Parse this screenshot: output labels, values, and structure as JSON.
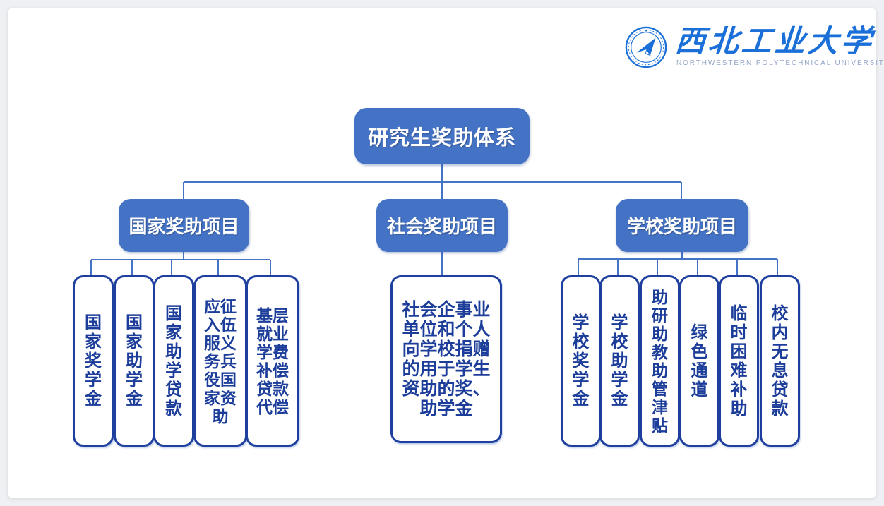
{
  "logo": {
    "name_zh": "西北工业大学",
    "name_en": "NORTHWESTERN POLYTECHNICAL UNIVERSITY"
  },
  "colors": {
    "node_fill": "#4472c4",
    "node_text": "#ffffff",
    "leaf_border": "#1e3f9e",
    "leaf_text": "#1c3d99",
    "connector": "#4472c4",
    "logo_blue": "#1a70d8",
    "logo_en_color": "#93a5c6"
  },
  "tree": {
    "root": "研究生奖助体系",
    "branches": [
      {
        "label": "国家奖助项目",
        "children": [
          "国家奖学金",
          "国家助学金",
          "国家助学贷款",
          "应征入伍服义务兵役国家资助",
          "基层就业学费补偿贷款代偿"
        ]
      },
      {
        "label": "社会奖助项目",
        "children": [
          "社会企事业单位和个人向学校捐赠的用于学生资助的奖、助学金"
        ]
      },
      {
        "label": "学校奖助项目",
        "children": [
          "学校奖学金",
          "学校助学金",
          "助研助教助管津贴",
          "绿色通道",
          "临时困难补助",
          "校内无息贷款"
        ]
      }
    ]
  }
}
